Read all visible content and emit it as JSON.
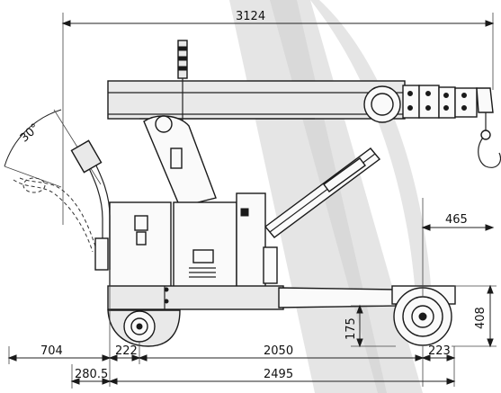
{
  "drawing": {
    "dimensions": {
      "overall_length": "3124",
      "tilt_angle": "30°",
      "boom_tip_offset": "465",
      "support_height": "408",
      "deck_height": "175",
      "front_overhang": "223",
      "wheelbase": "2050",
      "rear_gap": "222",
      "handle_reach": "704",
      "rear_overhang": "280.5",
      "base_length": "2495"
    }
  }
}
